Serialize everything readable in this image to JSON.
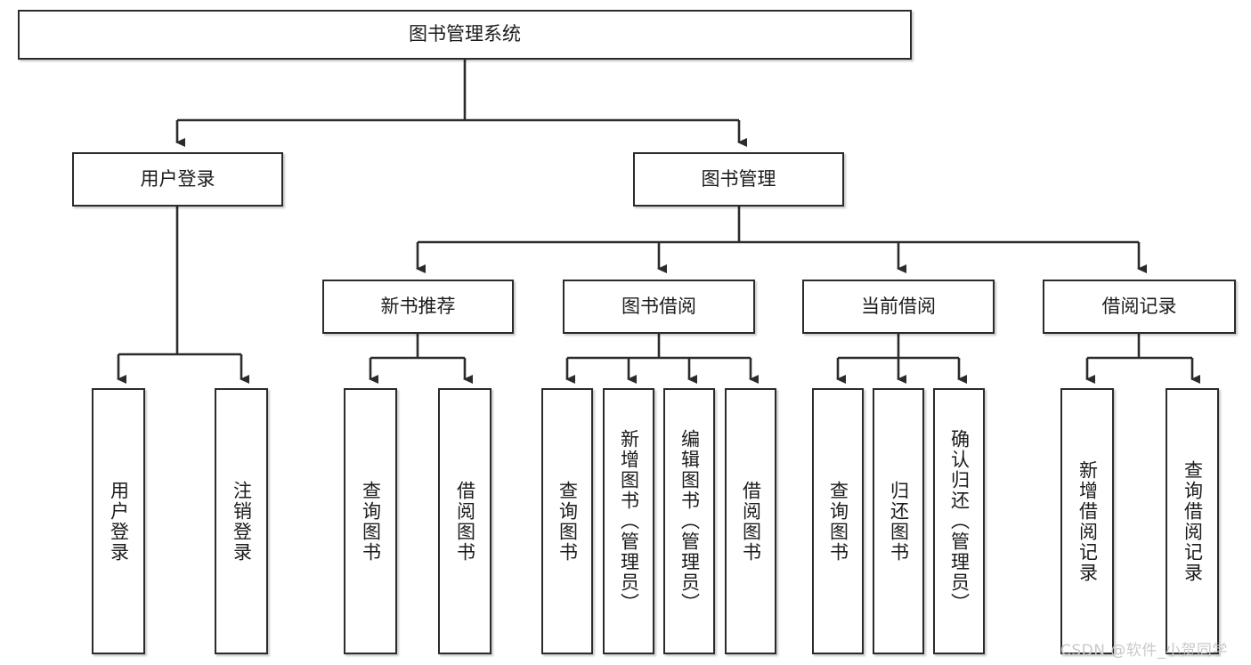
{
  "diagram": {
    "title": "图书管理系统",
    "watermark": "CSDN @软件_小贺同学",
    "colors": {
      "box_stroke": "#2b2b2b",
      "box_fill": "#ffffff",
      "edge": "#2b2b2b",
      "text": "#1b1b1b",
      "watermark": "#c9c9c9"
    },
    "levels": {
      "root": {
        "label": "图书管理系统"
      },
      "level2": [
        {
          "label": "用户登录"
        },
        {
          "label": "图书管理"
        }
      ],
      "level3": [
        {
          "label": "新书推荐"
        },
        {
          "label": "图书借阅"
        },
        {
          "label": "当前借阅"
        },
        {
          "label": "借阅记录"
        }
      ],
      "leaves_user_login": [
        {
          "label": "用户登录"
        },
        {
          "label": "注销登录"
        }
      ],
      "leaves_new_book": [
        {
          "label": "查询图书"
        },
        {
          "label": "借阅图书"
        }
      ],
      "leaves_borrow": [
        {
          "label": "查询图书"
        },
        {
          "label": "新增图书（管理员）"
        },
        {
          "label": "编辑图书（管理员）"
        },
        {
          "label": "借阅图书"
        }
      ],
      "leaves_current": [
        {
          "label": "查询图书"
        },
        {
          "label": "归还图书"
        },
        {
          "label": "确认归还（管理员）"
        }
      ],
      "leaves_records": [
        {
          "label": "新增借阅记录"
        },
        {
          "label": "查询借阅记录"
        }
      ]
    }
  }
}
